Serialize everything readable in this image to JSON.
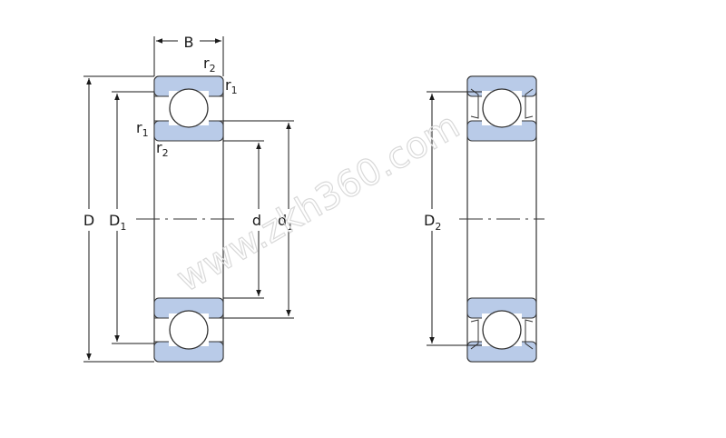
{
  "labels": {
    "B": "B",
    "r": "r",
    "one": "1",
    "two": "2",
    "D": "D",
    "d": "d"
  },
  "watermark": "www.zkh360.com",
  "colors": {
    "ring_fill": "#b9cbe8",
    "outline": "#333333",
    "dim_line": "#1a1a1a",
    "ball_fill": "#ffffff",
    "watermark": "#d9d9d9"
  }
}
